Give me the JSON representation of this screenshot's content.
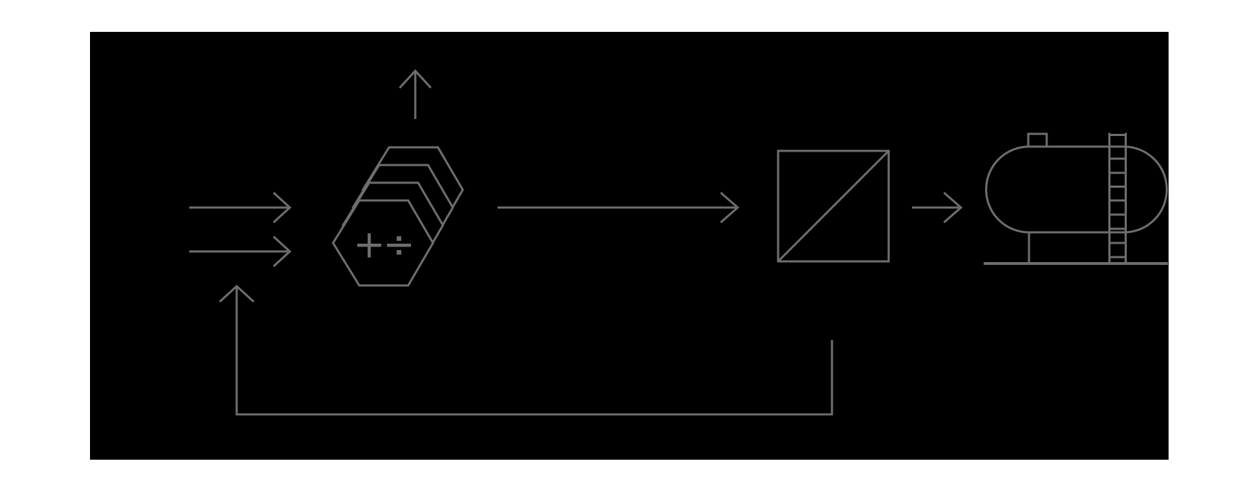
{
  "colors": {
    "background": "#ffffff",
    "panel": "#000000",
    "line": "#6e6e6e"
  },
  "processor": {
    "symbols": [
      "+",
      "÷"
    ],
    "layer_count": 4
  },
  "components": [
    "input-arrow-top",
    "input-arrow-bottom",
    "processor-hexagon-stack",
    "up-output-arrow",
    "flow-arrow-main",
    "separator-box-with-diagonal",
    "flow-arrow-to-tank",
    "storage-tank",
    "tank-hatch",
    "tank-ladder",
    "tank-leg",
    "ground-line",
    "feedback-loop-arrow"
  ]
}
